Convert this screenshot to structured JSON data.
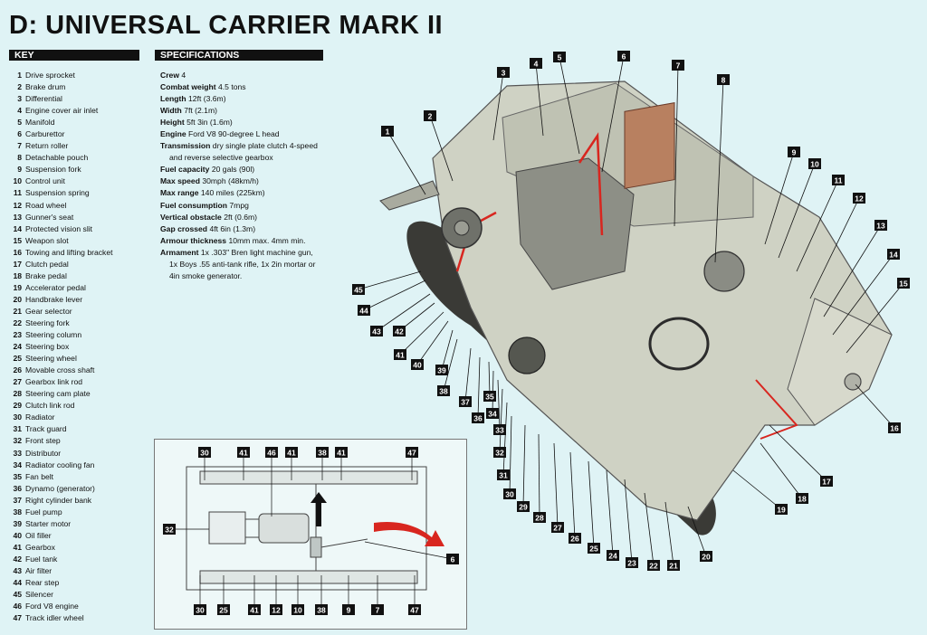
{
  "title": "D: UNIVERSAL CARRIER MARK II",
  "key_header": "KEY",
  "spec_header": "SPECIFICATIONS",
  "key": [
    {
      "num": "1",
      "label": "Drive sprocket"
    },
    {
      "num": "2",
      "label": "Brake drum"
    },
    {
      "num": "3",
      "label": "Differential"
    },
    {
      "num": "4",
      "label": "Engine cover air inlet"
    },
    {
      "num": "5",
      "label": "Manifold"
    },
    {
      "num": "6",
      "label": "Carburettor"
    },
    {
      "num": "7",
      "label": "Return roller"
    },
    {
      "num": "8",
      "label": "Detachable pouch"
    },
    {
      "num": "9",
      "label": "Suspension fork"
    },
    {
      "num": "10",
      "label": "Control unit"
    },
    {
      "num": "11",
      "label": "Suspension spring"
    },
    {
      "num": "12",
      "label": "Road wheel"
    },
    {
      "num": "13",
      "label": "Gunner's seat"
    },
    {
      "num": "14",
      "label": "Protected vision slit"
    },
    {
      "num": "15",
      "label": "Weapon slot"
    },
    {
      "num": "16",
      "label": "Towing and lifting bracket"
    },
    {
      "num": "17",
      "label": "Clutch pedal"
    },
    {
      "num": "18",
      "label": "Brake pedal"
    },
    {
      "num": "19",
      "label": "Accelerator pedal"
    },
    {
      "num": "20",
      "label": "Handbrake lever"
    },
    {
      "num": "21",
      "label": "Gear selector"
    },
    {
      "num": "22",
      "label": "Steering fork"
    },
    {
      "num": "23",
      "label": "Steering column"
    },
    {
      "num": "24",
      "label": "Steering box"
    },
    {
      "num": "25",
      "label": "Steering wheel"
    },
    {
      "num": "26",
      "label": "Movable cross shaft"
    },
    {
      "num": "27",
      "label": "Gearbox link rod"
    },
    {
      "num": "28",
      "label": "Steering cam plate"
    },
    {
      "num": "29",
      "label": "Clutch link rod"
    },
    {
      "num": "30",
      "label": "Radiator"
    },
    {
      "num": "31",
      "label": "Track guard"
    },
    {
      "num": "32",
      "label": "Front step"
    },
    {
      "num": "33",
      "label": "Distributor"
    },
    {
      "num": "34",
      "label": "Radiator cooling fan"
    },
    {
      "num": "35",
      "label": "Fan belt"
    },
    {
      "num": "36",
      "label": "Dynamo (generator)"
    },
    {
      "num": "37",
      "label": "Right cylinder bank"
    },
    {
      "num": "38",
      "label": "Fuel pump"
    },
    {
      "num": "39",
      "label": "Starter motor"
    },
    {
      "num": "40",
      "label": "Oil filler"
    },
    {
      "num": "41",
      "label": "Gearbox"
    },
    {
      "num": "42",
      "label": "Fuel tank"
    },
    {
      "num": "43",
      "label": "Air filter"
    },
    {
      "num": "44",
      "label": "Rear step"
    },
    {
      "num": "45",
      "label": "Silencer"
    },
    {
      "num": "46",
      "label": "Ford V8 engine"
    },
    {
      "num": "47",
      "label": "Track idler wheel"
    }
  ],
  "specs": [
    {
      "label": "Crew",
      "value": "4"
    },
    {
      "label": "Combat weight",
      "value": "4.5 tons"
    },
    {
      "label": "Length",
      "value": "12ft (3.6m)"
    },
    {
      "label": "Width",
      "value": "7ft (2.1m)"
    },
    {
      "label": "Height",
      "value": "5ft 3in (1.6m)"
    },
    {
      "label": "Engine",
      "value": "Ford V8 90-degree L head"
    },
    {
      "label": "Transmission",
      "value": "dry single plate clutch 4-speed"
    },
    {
      "label": "",
      "value": "and reverse selective gearbox"
    },
    {
      "label": "Fuel capacity",
      "value": "20 gals (90l)"
    },
    {
      "label": "Max speed",
      "value": "30mph (48km/h)"
    },
    {
      "label": "Max range",
      "value": "140 miles (225km)"
    },
    {
      "label": "Fuel consumption",
      "value": "7mpg"
    },
    {
      "label": "Vertical obstacle",
      "value": "2ft (0.6m)"
    },
    {
      "label": "Gap crossed",
      "value": "4ft 6in (1.3m)"
    },
    {
      "label": "Armour thickness",
      "value": "10mm max. 4mm min."
    },
    {
      "label": "Armament",
      "value": "1x .303\" Bren light machine gun,"
    },
    {
      "label": "",
      "value": "1x Boys .55 anti-tank rifle, 1x 2in mortar or"
    },
    {
      "label": "",
      "value": "4in smoke generator."
    }
  ],
  "callouts_top": [
    "1",
    "2",
    "3",
    "4",
    "5",
    "6",
    "7",
    "8",
    "9",
    "10",
    "11",
    "12",
    "13",
    "14",
    "15"
  ],
  "callouts_right": [
    "16",
    "17",
    "18",
    "19"
  ],
  "callouts_bottom": [
    "20",
    "21",
    "22",
    "23",
    "24",
    "25",
    "26",
    "27",
    "28",
    "29",
    "30",
    "31",
    "32",
    "33",
    "34",
    "35",
    "36",
    "37",
    "38",
    "39",
    "40",
    "41",
    "42",
    "43",
    "44",
    "45"
  ],
  "inset_top_labels": [
    "30",
    "41",
    "46",
    "41",
    "38",
    "41",
    "47"
  ],
  "inset_bottom_labels": [
    "30",
    "25",
    "41",
    "12",
    "10",
    "38",
    "9",
    "7",
    "47"
  ],
  "inset_side_labels": [
    "32",
    "6"
  ],
  "colors": {
    "background": "#dff3f5",
    "vehicle": "#cfd2c4",
    "track": "#3a3a36",
    "accent_red": "#d8261f",
    "label_box": "#111111"
  }
}
